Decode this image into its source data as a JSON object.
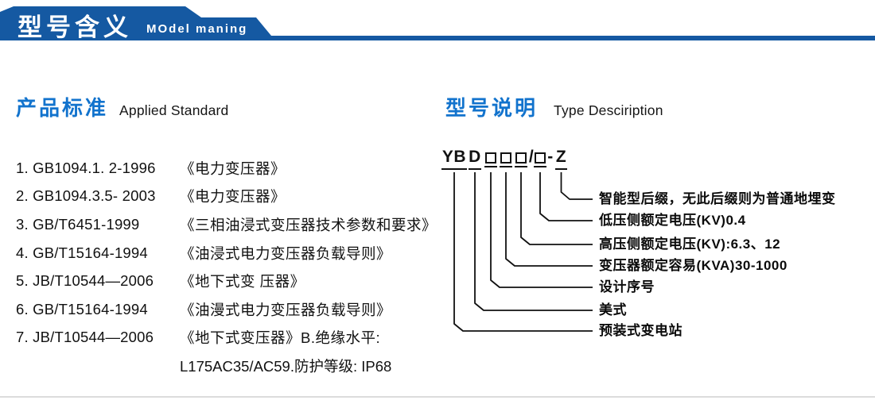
{
  "page": {
    "background": "#ffffff",
    "banner_blue": "#1559A2",
    "title_blue": "#1273CD",
    "line_black": "#111111",
    "divider_gray": "#dcdcdc"
  },
  "banner": {
    "title_cn": "型号含义",
    "title_en": "MOdel maning"
  },
  "standards": {
    "heading_cn": "产品标准",
    "heading_en": "Applied Standard",
    "items": [
      {
        "code": "1. GB1094.1. 2-1996",
        "title": "《电力变压器》"
      },
      {
        "code": "2. GB1094.3.5- 2003",
        "title": "《电力变压器》"
      },
      {
        "code": "3. GB/T6451-1999",
        "title": "《三相油浸式变压器技术参数和要求》"
      },
      {
        "code": "4. GB/T15164-1994",
        "title": "《油浸式电力变压器负载导则》"
      },
      {
        "code": "5. JB/T10544—2006",
        "title": "《地下式变 压器》"
      },
      {
        "code": "6. GB/T15164-1994",
        "title": "《油漫式电力变压器负载导则》"
      },
      {
        "code": "7. JB/T10544—2006",
        "title": "《地下式变压器》B.绝缘水平:"
      }
    ],
    "continuation": "L175AC35/AC59.防护等级: IP68"
  },
  "model": {
    "heading_cn": "型号说明",
    "heading_en": "Type Desciription",
    "code": {
      "display": "YB D □□□/□ - Z",
      "prefix": "YB",
      "series": "D",
      "box": "□",
      "slash": "/",
      "dash": "-",
      "suffix": "Z"
    },
    "labels": [
      "智能型后缀，无此后缀则为普通地埋变",
      "低压侧额定电压(KV)0.4",
      "高压侧额定电压(KV):6.3、12",
      "变压器额定容易(KVA)30-1000",
      "设计序号",
      "美式",
      "预装式变电站"
    ]
  }
}
